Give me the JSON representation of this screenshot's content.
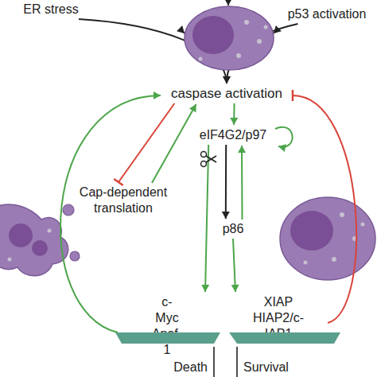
{
  "diagram": {
    "nodes": [
      {
        "text": [
          "ER stress"
        ]
      },
      {
        "text": [
          "p53 activation"
        ]
      },
      {
        "text": [
          "caspase activation"
        ]
      },
      {
        "text": [
          "eIF4G2/p97"
        ]
      },
      {
        "text": [
          "Cap-dependent translation"
        ]
      },
      {
        "text": [
          "p86"
        ]
      },
      {
        "text": [
          "c-Myc Apaf-1"
        ]
      },
      {
        "text": [
          "XIAP HIAP2/c-IAP1"
        ]
      },
      {
        "text": [
          "Death"
        ]
      },
      {
        "text": [
          "Survival"
        ]
      }
    ],
    "edges": [
      {
        "from": 0,
        "to": 2,
        "arrow": "to"
      },
      {
        "from": 1,
        "to": 2,
        "arrow": "to"
      },
      {
        "from": 2,
        "to": 3,
        "arrow": "to"
      },
      {
        "from": 2,
        "to": 4,
        "arrow": "to"
      },
      {
        "from": 4,
        "to": 2,
        "arrow": "to"
      },
      {
        "from": 3,
        "to": 5,
        "arrow": "to"
      },
      {
        "from": 5,
        "to": 3,
        "arrow": "to"
      },
      {
        "from": 3,
        "to": 6,
        "arrow": "to"
      },
      {
        "from": 5,
        "to": 7,
        "arrow": "to"
      },
      {
        "from": 6,
        "to": 2,
        "arrow": "to"
      },
      {
        "from": 7,
        "to": 2,
        "arrow": "to"
      }
    ]
  }
}
